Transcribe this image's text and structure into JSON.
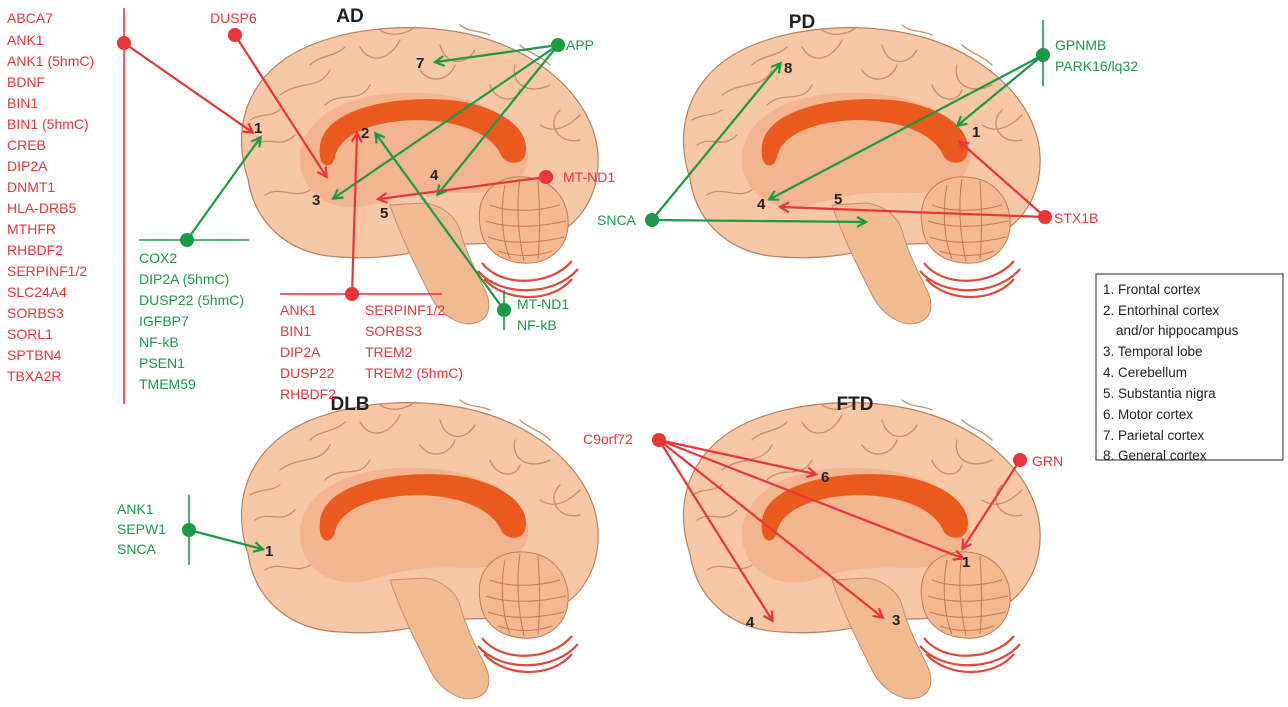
{
  "panels": {
    "ad": {
      "title": "AD",
      "regions": [
        "1",
        "2",
        "3",
        "4",
        "5",
        "7"
      ],
      "red_gene_list": [
        "ABCA7",
        "ANK1",
        "ANK1 (5hmC)",
        "BDNF",
        "BIN1",
        "BIN1 (5hmC)",
        "CREB",
        "DIP2A",
        "DNMT1",
        "HLA-DRB5",
        "MTHFR",
        "RHBDF2",
        "SERPINF1/2",
        "SLC24A4",
        "SORBS3",
        "SORL1",
        "SPTBN4",
        "TBXA2R"
      ],
      "dusp6": "DUSP6",
      "app": "APP",
      "mt_nd1_red": "MT-ND1",
      "green_gene_list": [
        "COX2",
        "DIP2A (5hmC)",
        "DUSP22 (5hmC)",
        "IGFBP7",
        "NF-kB",
        "PSEN1",
        "TMEM59"
      ],
      "bottom_red_col1": [
        "ANK1",
        "BIN1",
        "DIP2A",
        "DUSP22",
        "RHBDF2"
      ],
      "bottom_red_col2": [
        "SERPINF1/2",
        "SORBS3",
        "TREM2",
        "TREM2 (5hmC)"
      ],
      "bottom_green": [
        "MT-ND1",
        "NF-kB"
      ]
    },
    "pd": {
      "title": "PD",
      "regions": [
        "8",
        "1",
        "4",
        "5"
      ],
      "green_top": [
        "GPNMB",
        "PARK16/lq32"
      ],
      "snca": "SNCA",
      "stx1b": "STX1B"
    },
    "dlb": {
      "title": "DLB",
      "regions": [
        "1"
      ],
      "genes": [
        "ANK1",
        "SEPW1",
        "SNCA"
      ]
    },
    "ftd": {
      "title": "FTD",
      "regions": [
        "6",
        "1",
        "4",
        "3"
      ],
      "c9orf72": "C9orf72",
      "grn": "GRN"
    }
  },
  "legend": [
    "1. Frontal cortex",
    "2. Entorhinal cortex",
    "and/or hippocampus",
    "3. Temporal lobe",
    "4. Cerebellum",
    "5. Substantia nigra",
    "6. Motor cortex",
    "7. Parietal cortex",
    "8. General cortex"
  ],
  "colors": {
    "red": "#e8353a",
    "green": "#1a9a45"
  }
}
